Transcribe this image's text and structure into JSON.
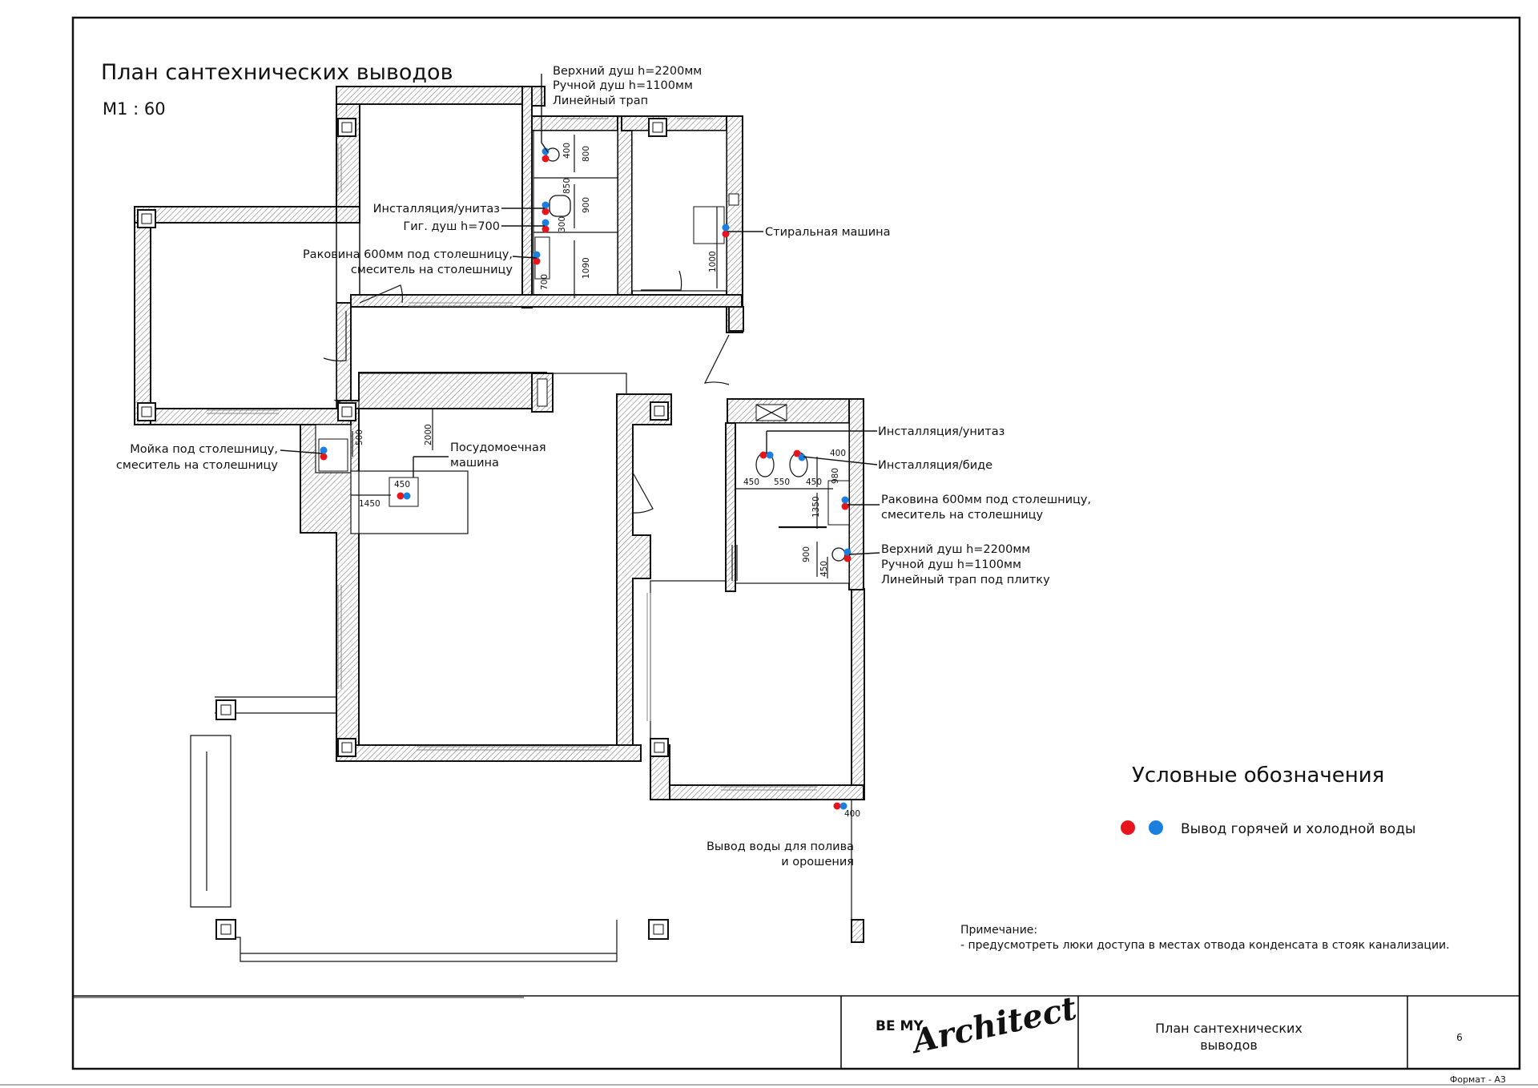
{
  "title": {
    "plan_name": "План сантехнических выводов",
    "scale": "М1 : 60"
  },
  "callouts": {
    "top_shower": [
      "Верхний душ h=2200мм",
      "Ручной душ h=1100мм",
      "Линейный трап"
    ],
    "install_wc_1": "Инсталляция/унитаз",
    "hyg_shower": "Гиг. душ h=700",
    "sink_1": [
      "Раковина 600мм под столешницу,",
      "смеситель на столешницу"
    ],
    "washing_machine": "Стиральная машина",
    "kitchen_sink": [
      "Мойка под столешницу,",
      "смеситель на столешницу"
    ],
    "dishwasher": [
      "Посудомоечная",
      "машина"
    ],
    "install_wc_2": "Инсталляция/унитаз",
    "install_bidet": "Инсталляция/биде",
    "sink_2": [
      "Раковина 600мм под столешницу,",
      "смеситель на столешницу"
    ],
    "shower_2": [
      "Верхний душ h=2200мм",
      "Ручной душ h=1100мм",
      "Линейный трап под плитку"
    ],
    "irrigation": [
      "Вывод воды для полива",
      "и орошения"
    ]
  },
  "dimensions": {
    "d400a": "400",
    "d800": "800",
    "d850": "850",
    "d900a": "900",
    "d300": "300",
    "d1090": "1090",
    "d700": "700",
    "d1000": "1000",
    "d500": "500",
    "d2000": "2000",
    "d450a": "450",
    "d1450": "1450",
    "d400b": "400",
    "d980": "980",
    "d450b": "450",
    "d550": "550",
    "d450c": "450",
    "d1350": "1350",
    "d900b": "900",
    "d450d": "450",
    "d400c": "400"
  },
  "legend": {
    "title": "Условные обозначения",
    "item": "Вывод горячей и холодной воды",
    "hot_color": "#e8141c",
    "cold_color": "#1b7fe0"
  },
  "note": {
    "heading": "Примечание:",
    "text": "- предусмотреть люки доступа в местах отвода конденсата в стояк канализации."
  },
  "title_block": {
    "logo_small": "BE MY",
    "logo_script": "Architect",
    "sheet_name": [
      "План сантехнических",
      "выводов"
    ],
    "sheet_number": "6",
    "format": "Формат - А3"
  }
}
